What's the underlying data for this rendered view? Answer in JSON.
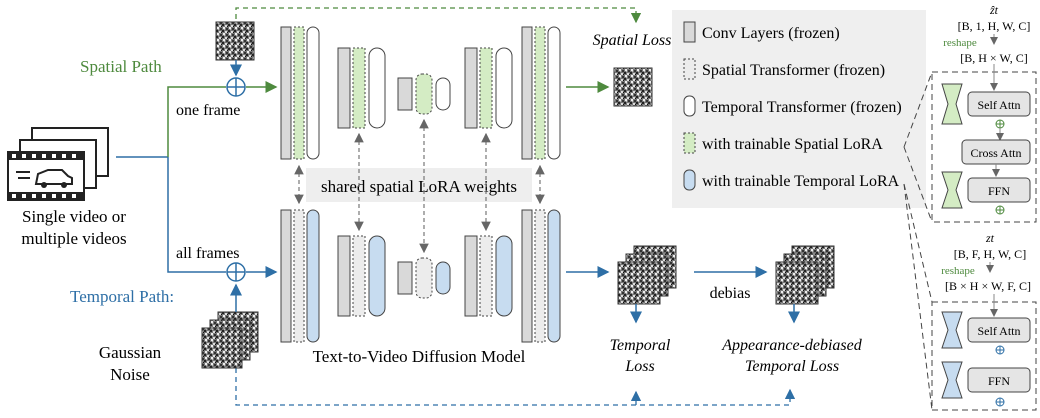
{
  "paths": {
    "spatial": "Spatial Path",
    "temporal": "Temporal Path:"
  },
  "inputs": {
    "video_caption_line1": "Single video or",
    "video_caption_line2": "multiple videos",
    "one_frame": "one frame",
    "all_frames": "all frames",
    "noise_line1": "Gaussian",
    "noise_line2": "Noise"
  },
  "model": {
    "shared_weights": "shared spatial LoRA weights",
    "caption": "Text-to-Video Diffusion Model"
  },
  "losses": {
    "spatial": "Spatial Loss",
    "temporal_line1": "Temporal",
    "temporal_line2": "Loss",
    "debias": "debias",
    "debiased_line1": "Appearance-debiased",
    "debiased_line2": "Temporal Loss"
  },
  "legend": [
    {
      "label": "Conv Layers (frozen)"
    },
    {
      "label": "Spatial Transformer (frozen)"
    },
    {
      "label": "Temporal Transformer (frozen)"
    },
    {
      "label": "with trainable Spatial LoRA"
    },
    {
      "label": "with trainable Temporal LoRA"
    }
  ],
  "spatial_block": {
    "var": "ẑt",
    "shape_in": "[B, 1, H, W, C]",
    "reshape": "reshape",
    "shape_out": "[B, H × W, C]",
    "self_attn": "Self Attn",
    "cross_attn": "Cross Attn",
    "ffn": "FFN"
  },
  "temporal_block": {
    "var": "zt",
    "shape_in": "[B, F, H, W, C]",
    "reshape": "reshape",
    "shape_out": "[B × H × W, F, C]",
    "self_attn": "Self Attn",
    "ffn": "FFN"
  },
  "colors": {
    "spatial": "#4e8a3e",
    "temporal": "#2e6fa6",
    "spatial_lora_fill": "#d4ecc4",
    "temporal_lora_fill": "#c7dcf0",
    "conv_fill": "#d9d9d9",
    "legend_bg": "#efefef"
  }
}
